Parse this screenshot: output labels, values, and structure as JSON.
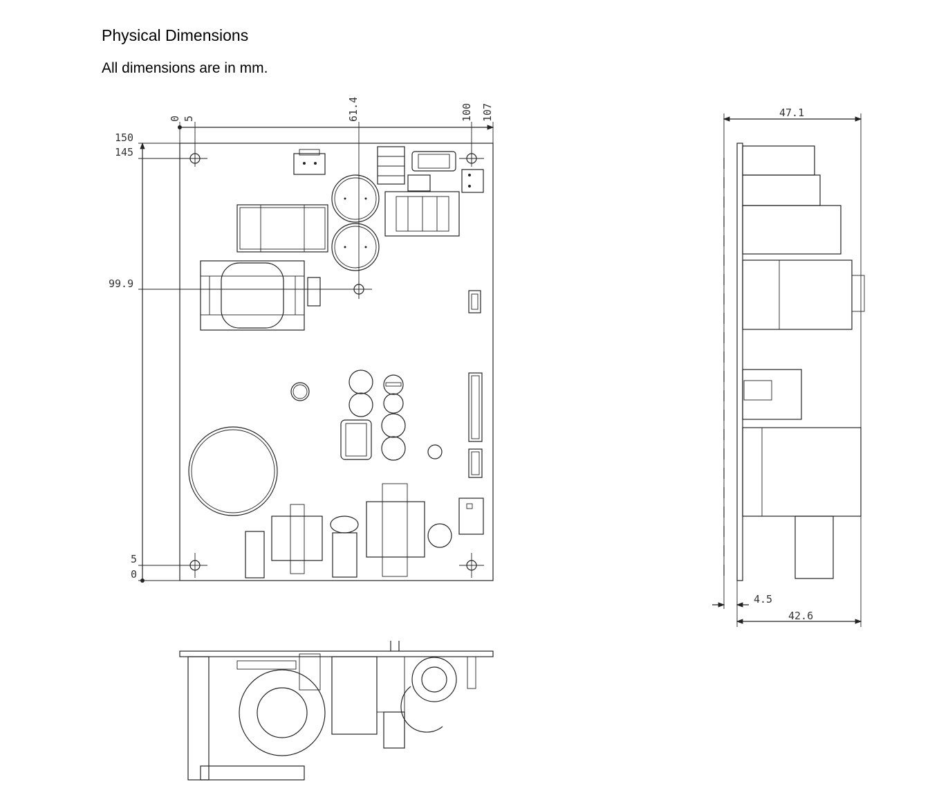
{
  "header": {
    "title": "Physical Dimensions",
    "subtitle": "All dimensions are in mm."
  },
  "top_view": {
    "horizontal_dims": [
      "0",
      "5",
      "61.4",
      "100",
      "107"
    ],
    "vertical_dims": [
      "150",
      "145",
      "99.9",
      "5",
      "0"
    ]
  },
  "side_view": {
    "overall_height": "47.1",
    "pin_length": "4.5",
    "component_height": "42.6"
  }
}
